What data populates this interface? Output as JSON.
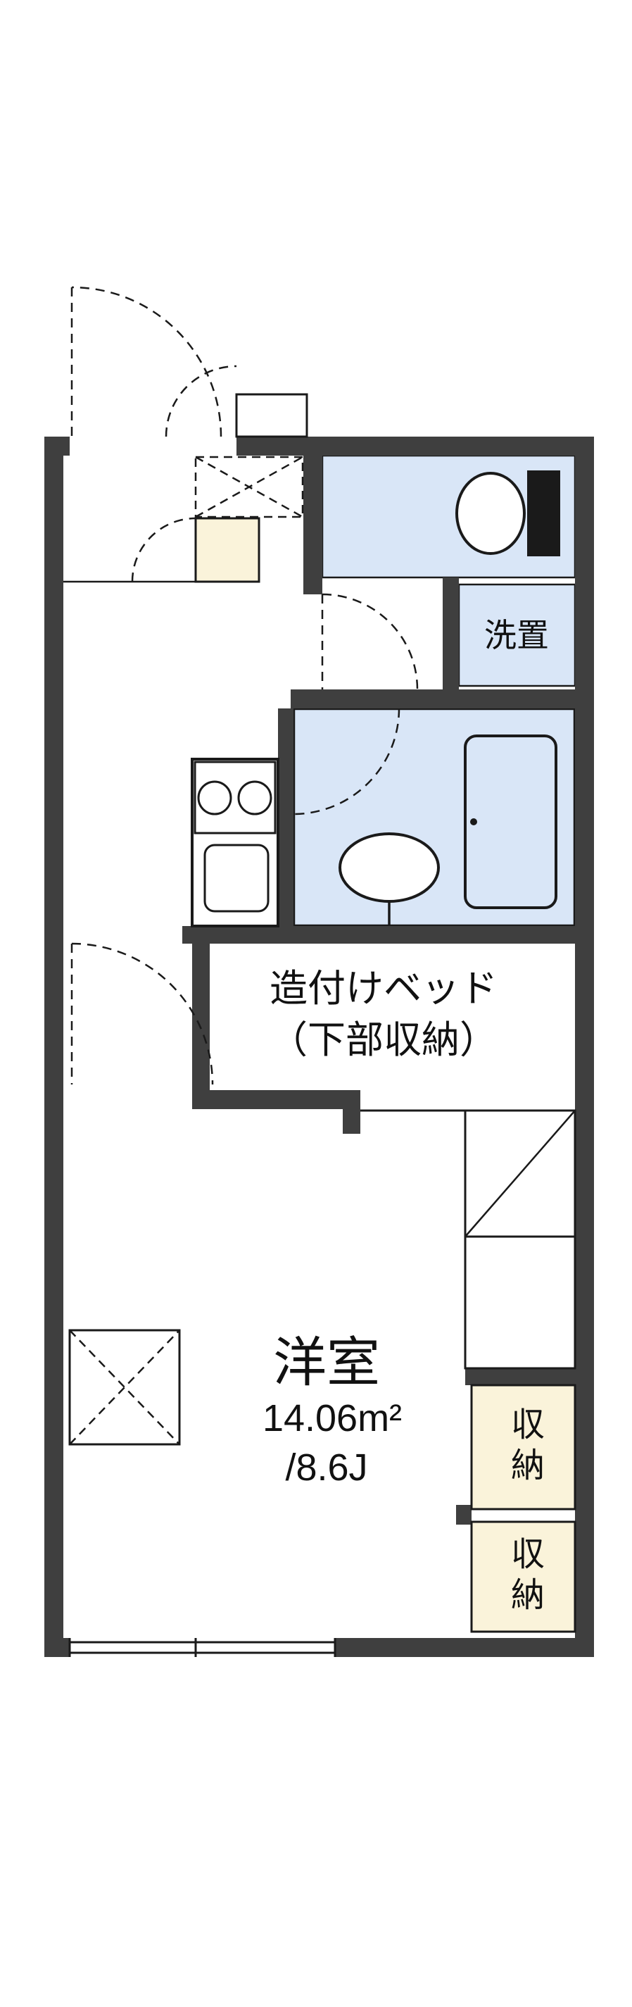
{
  "colors": {
    "wall": "#3f3f3f",
    "line": "#1a1a1a",
    "room_blue": "#d9e6f7",
    "storage_cream": "#faf3da",
    "background": "#ffffff"
  },
  "rooms": {
    "laundry_label": "洗置",
    "bed_label_line1": "造付けベッド",
    "bed_label_line2": "（下部収納）",
    "main_room_name": "洋室",
    "main_room_area_sqm": "14.06m²",
    "main_room_area_tatami": "/8.6J",
    "storage_label_1": "収納",
    "storage_label_2": "収納"
  }
}
